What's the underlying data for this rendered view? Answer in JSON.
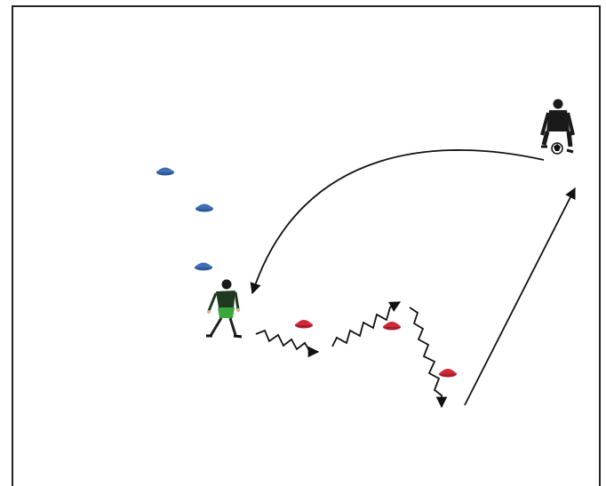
{
  "drill": {
    "colors": {
      "blue_cone": "#3f6fb6",
      "red_cone": "#d0283a",
      "arrow": "#111111",
      "border": "#222222",
      "player_shirt": "#1f3a1f",
      "player_shorts": "#3aa83a",
      "keeper_kit": "#1a1a1a"
    },
    "elements": {
      "blue_cones": 3,
      "red_cones": 3,
      "players": [
        "outfield-player",
        "goalkeeper"
      ],
      "movements": [
        "dribble-zigzag",
        "run-diagonal",
        "pass-curved"
      ]
    }
  }
}
